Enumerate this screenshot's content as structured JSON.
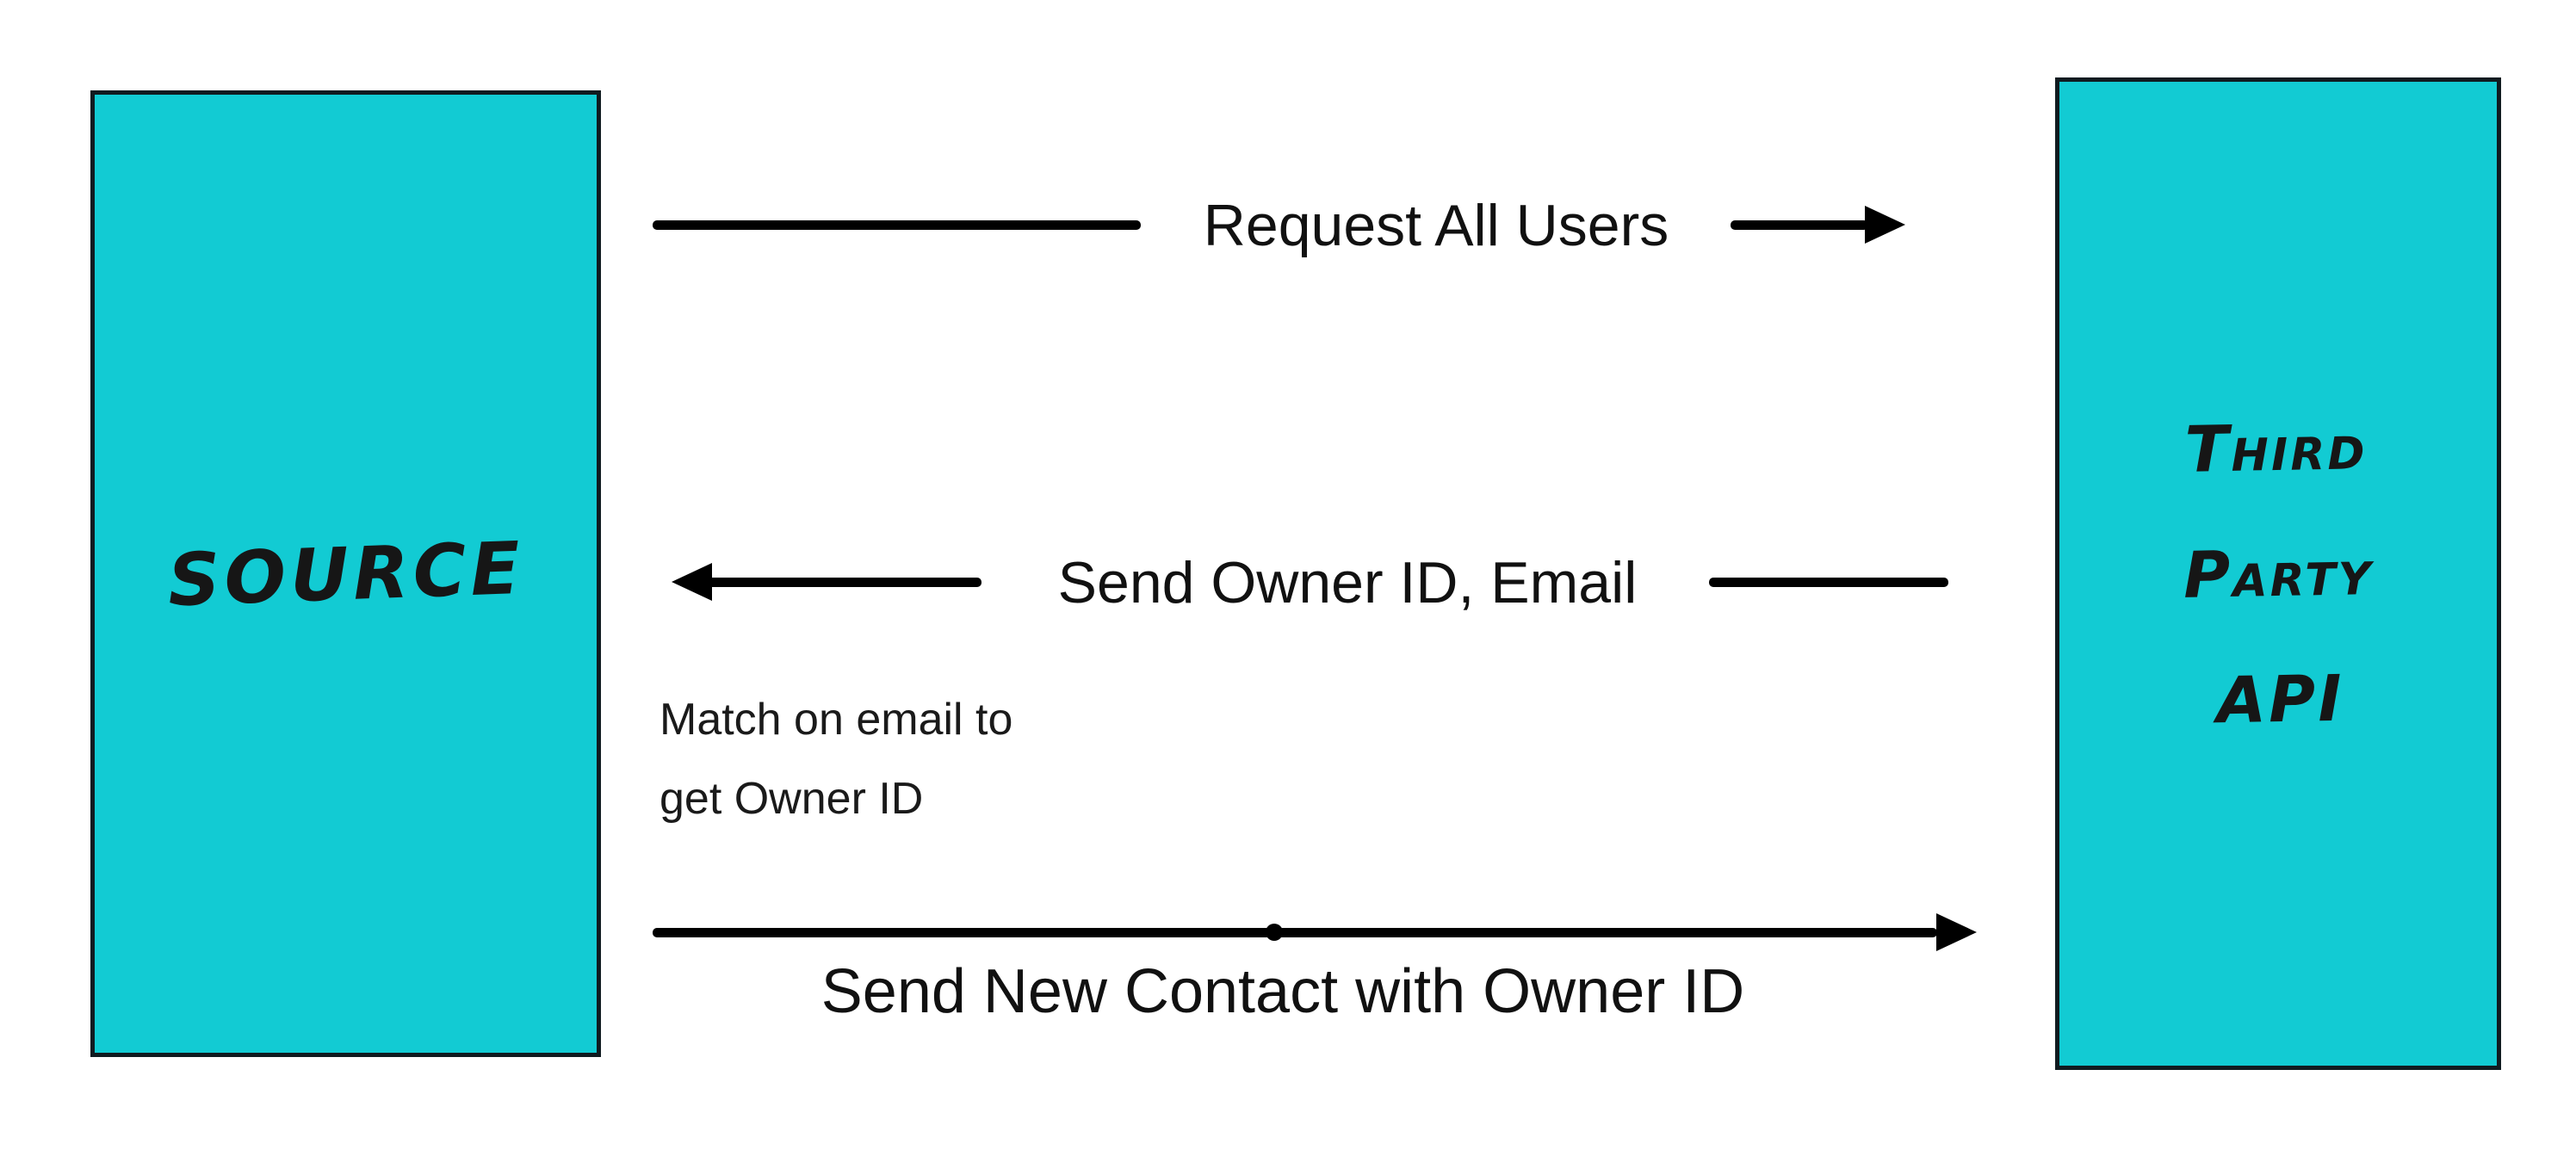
{
  "nodes": {
    "source": {
      "label": "SOURCE"
    },
    "third_party": {
      "line1": "Third",
      "line2": "Party",
      "line3": "API"
    }
  },
  "messages": {
    "request_users": {
      "label": "Request All Users",
      "direction": "left-to-right"
    },
    "send_owner": {
      "label": "Send Owner ID, Email",
      "direction": "right-to-left"
    },
    "send_contact": {
      "label": "Send New Contact with Owner ID",
      "direction": "left-to-right"
    }
  },
  "note": {
    "line1": "Match on email to",
    "line2": "get Owner ID"
  },
  "colors": {
    "node_fill": "#12CBD3",
    "node_border": "#101B20",
    "arrow": "#000000",
    "text": "#111111",
    "background": "#FFFFFF"
  }
}
